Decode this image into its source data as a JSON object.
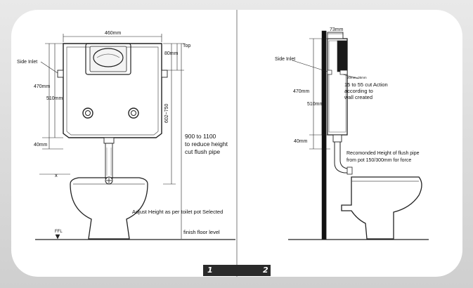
{
  "left_diagram": {
    "dim_width": "460mm",
    "top_label": "Top",
    "dim_80": "80mm",
    "side_inlet": "Side Inlet",
    "dim_470": "470mm",
    "dim_510": "510mm",
    "dim_40": "40mm",
    "dim_602_750": "602~750",
    "note_flush_pipe": [
      "900 to 1100",
      "to reduce height",
      "cut flush pipe"
    ],
    "adjust_height": "Adjust Height as per toilet pot Selected",
    "finish_floor": "finish floor level",
    "ffl": "FFL",
    "x_mark": "x"
  },
  "right_diagram": {
    "dim_73": "73mm",
    "side_inlet": "Side Inlet",
    "dim_470": "470mm",
    "dim_510": "510mm",
    "dim_40": "40mm",
    "dim_small": "20mm~35mm",
    "cut_action": [
      "15 to 55 cut Action",
      "according to",
      "wall created"
    ],
    "recommended_height": [
      "Recomonded Height of flush pipe",
      "from pot 150/300mm for force"
    ]
  },
  "pages": {
    "left_number": "1",
    "right_number": "2"
  },
  "colors": {
    "page_bar": "#2a2a2a",
    "frame": "#d6d6d6"
  }
}
